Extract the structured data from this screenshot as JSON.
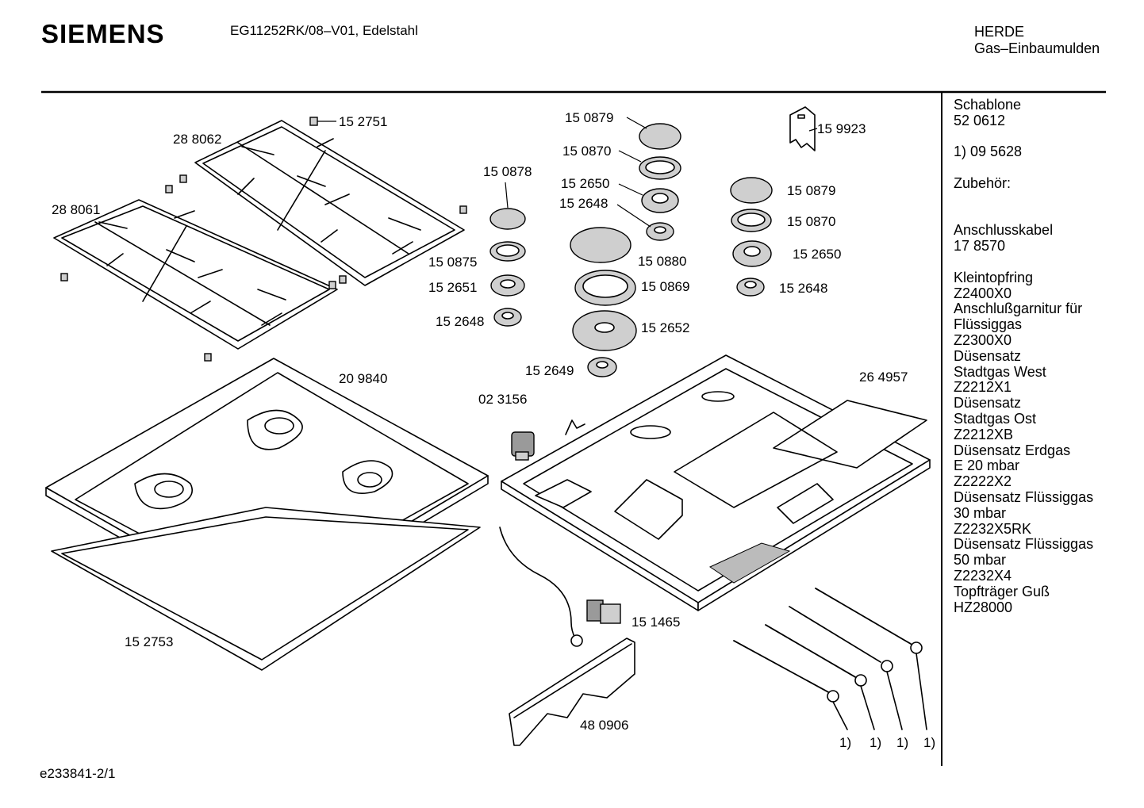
{
  "header": {
    "brand": "SIEMENS",
    "model": "EG11252RK/08–V01, Edelstahl",
    "category_line1": "HERDE",
    "category_line2": "Gas–Einbaumulden"
  },
  "footer": {
    "drawing_id": "e233841-2/1"
  },
  "sidebar": {
    "schablone_label": "Schablone",
    "schablone_number": "52 0612",
    "footnote": "1)  09 5628",
    "zubehoer_label": "Zubehör:",
    "accessories": [
      "Anschlusskabel",
      "17 8570",
      "",
      "Kleintopfring",
      "Z2400X0",
      "Anschlußgarnitur für",
      "Flüssiggas",
      "Z2300X0",
      "Düsensatz",
      "Stadtgas West",
      "Z2212X1",
      "Düsensatz",
      "Stadtgas Ost",
      "Z2212XB",
      "Düsensatz Erdgas",
      "E 20 mbar",
      "Z2222X2",
      "Düsensatz Flüssiggas",
      "30 mbar",
      "Z2232X5RK",
      "Düsensatz Flüssiggas",
      "50 mbar",
      "Z2232X4",
      "Topfträger Guß",
      "HZ28000"
    ]
  },
  "diagram": {
    "part_labels": {
      "p152751": "15 2751",
      "p288062": "28 8062",
      "p288061": "28 8061",
      "p150879a": "15 0879",
      "p150870a": "15 0870",
      "p152650a": "15 2650",
      "p152648a": "15 2648",
      "p150878": "15 0878",
      "p150875": "15 0875",
      "p152651": "15 2651",
      "p152648b": "15 2648",
      "p150880": "15 0880",
      "p150869": "15 0869",
      "p152652": "15 2652",
      "p152649": "15 2649",
      "p159923": "15 9923",
      "p150879b": "15 0879",
      "p150870b": "15 0870",
      "p152650b": "15 2650",
      "p152648c": "15 2648",
      "p209840": "20 9840",
      "p023156": "02 3156",
      "p264957": "26 4957",
      "p152753": "15 2753",
      "p151465": "15 1465",
      "p480906": "48 0906",
      "fn1": "1)",
      "fn2": "1)",
      "fn3": "1)",
      "fn4": "1)"
    }
  }
}
